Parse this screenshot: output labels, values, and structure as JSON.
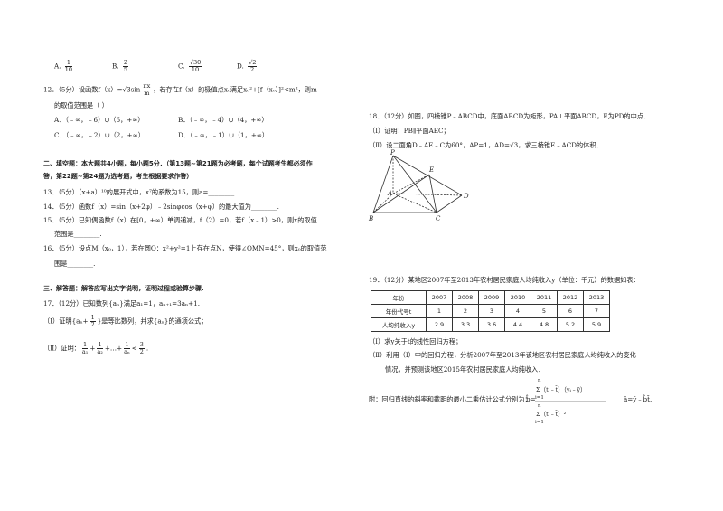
{
  "q11_options": [
    {
      "letter": "A.",
      "num": "1",
      "den": "10"
    },
    {
      "letter": "B.",
      "num": "2",
      "den": "5"
    },
    {
      "letter": "C.",
      "num": "√30",
      "den": "10"
    },
    {
      "letter": "D.",
      "num": "√2",
      "den": "2"
    }
  ],
  "q12": {
    "stem": "12．（5分）设函数f（x）=√3sin",
    "frac_num": "πx",
    "frac_den": "m",
    "stem_cont": "，若存在f（x）的极值点x₀满足x₀²+[f（x₀）]²<m²，则m",
    "line2": "的取值范围是（     ）",
    "opt_a": "A．（﹣∞，﹣6）∪（6，+∞）",
    "opt_b": "B．（﹣∞，﹣4）∪（4，+∞）",
    "opt_c": "C．（﹣∞，﹣2）∪（2，+∞）",
    "opt_d": "D．（﹣∞，﹣1）∪（1，+∞）"
  },
  "section2": {
    "title1": "二、填空题：本大题共4小题，每小题5分．（第13题~第21题为必考题，每个试题考生都必须作",
    "title2": "答，第22题~第24题为选考题，考生根据要求作答）",
    "q13": "13．（5分）（x+a）¹⁰的展开式中，x⁷的系数为15，则a=________.",
    "q14": "14．（5分）函数f（x）=sin（x+2φ）﹣2sinφcos（x+φ）的最大值为________.",
    "q15a": "15．（5分）已知偶函数f（x）在[0，+∞）单调递减，f（2）=0，若f（x﹣1）>0，则x的取值",
    "q15b": "范围是________.",
    "q16a": "16．（5分）设点M（x₀，1），若在圆O：x²+y²=1上存在点N，使得∠OMN=45°，则x₀的取值范",
    "q16b": "围是________."
  },
  "section3": {
    "title": "三、解答题：解答应写出文字说明，证明过程或验算步骤.",
    "q17": "17．（12分）已知数列{aₙ}满足a₁=1，aₙ₊₁=3aₙ+1.",
    "q17_1_pre": "（Ⅰ）证明{aₙ+",
    "q17_1_num": "1",
    "q17_1_den": "2",
    "q17_1_post": "}是等比数列，并求{aₙ}的通项公式；",
    "q17_2_pre": "（Ⅱ）证明：",
    "q17_2_post": "<",
    "q17_2_terms": [
      "a₁",
      "a₂",
      "aₙ"
    ],
    "q17_2_dots": "+…+",
    "q17_2_rhs_num": "3",
    "q17_2_rhs_den": "2"
  },
  "q18": {
    "line1": "18．（12分）如图，四棱锥P﹣ABCD中，底面ABCD为矩形，PA⊥平面ABCD，E为PD的中点．",
    "line2": "（Ⅰ）证明：PB∥平面AEC；",
    "line3": "（Ⅱ）设二面角D﹣AE﹣C为60°，AP=1，AD=√3，求三棱锥E﹣ACD的体积．",
    "labels": {
      "P": "P",
      "E": "E",
      "A": "A",
      "B": "B",
      "C": "C",
      "D": "D"
    }
  },
  "q19": {
    "line1": "19．（12分）某地区2007年至2013年农村居民家庭人均纯收入y（单位：千元）的数据如表：",
    "table": [
      [
        "年份",
        "2007",
        "2008",
        "2009",
        "2010",
        "2011",
        "2012",
        "2013"
      ],
      [
        "年份代号t",
        "1",
        "2",
        "3",
        "4",
        "5",
        "6",
        "7"
      ],
      [
        "人均纯收入y",
        "2.9",
        "3.3",
        "3.6",
        "4.4",
        "4.8",
        "5.2",
        "5.9"
      ]
    ],
    "part1": "（Ⅰ）求y关于t的线性回归方程；",
    "part2a": "（Ⅱ）利用（Ⅰ）中的回归方程，分析2007年至2013年该地区农村居民家庭人均纯收入的变化",
    "part2b": "情况，并预测该地区2015年农村居民家庭人均纯收入．",
    "note": "附：回归直线的斜率和截距的最小二乘估计公式分别为：",
    "b_hat": "b̂=",
    "formula_num": "Σ（tᵢ﹣t̄）（yᵢ﹣ȳ）",
    "formula_den": "Σ（tᵢ﹣t̄）²",
    "sum_top": "n",
    "sum_bottom": "i=1",
    "a_hat": "â=ȳ﹣b̂t̄."
  }
}
